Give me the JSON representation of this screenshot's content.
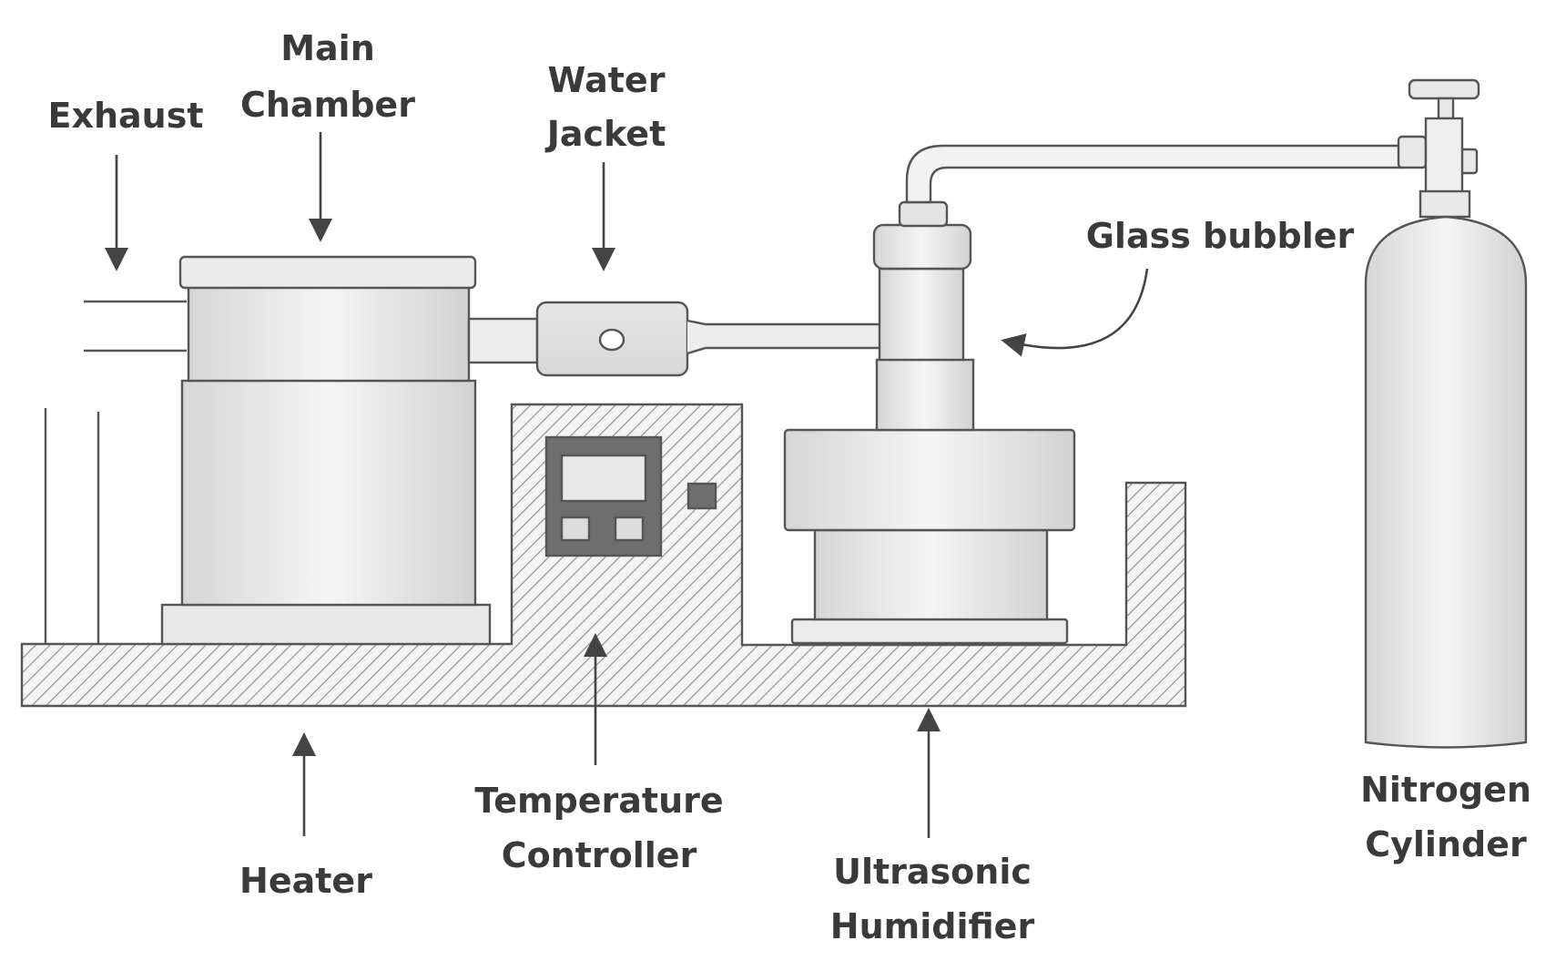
{
  "labels": {
    "exhaust": "Exhaust",
    "main_chamber": [
      "Main",
      "Chamber"
    ],
    "water_jacket": [
      "Water",
      "Jacket"
    ],
    "glass_bubbler": "Glass bubbler",
    "nitrogen_cylinder": [
      "Nitrogen",
      "Cylinder"
    ],
    "heater": "Heater",
    "temperature_controller": [
      "Temperature",
      "Controller"
    ],
    "ultrasonic_humidifier": [
      "Ultrasonic",
      "Humidifier"
    ]
  }
}
